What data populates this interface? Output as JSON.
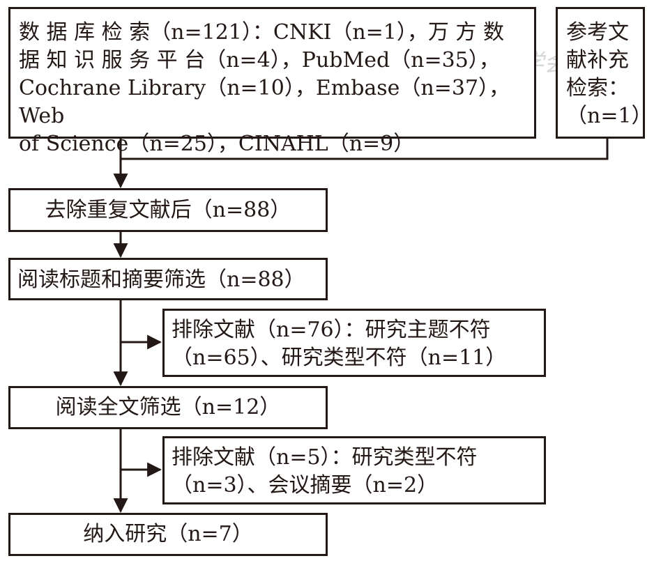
{
  "watermark": "中华医学会",
  "boxes": {
    "db_search": {
      "lines": [
        "数 据 库 检 索（n=121）：CNKI（n=1），万 方 数",
        "据 知 识 服 务 平 台（n=4），PubMed（n=35），",
        "Cochrane Library（n=10），Embase（n=37），Web",
        "of Science（n=25），CINAHL（n=9）"
      ]
    },
    "ref_supplement": {
      "lines": [
        "参考文",
        "献补充",
        "检索：",
        "（n=1）"
      ]
    },
    "dedup": "去除重复文献后（n=88）",
    "title_abstract": "阅读标题和摘要筛选（n=88）",
    "exclude1": {
      "lines": [
        "排除文献（n=76）：研究主题不符",
        "（n=65）、研究类型不符（n=11）"
      ]
    },
    "fulltext": "阅读全文筛选（n=12）",
    "exclude2": {
      "lines": [
        "排除文献（n=5）：研究类型不符",
        "（n=3）、会议摘要（n=2）"
      ]
    },
    "included": "纳入研究（n=7）"
  }
}
